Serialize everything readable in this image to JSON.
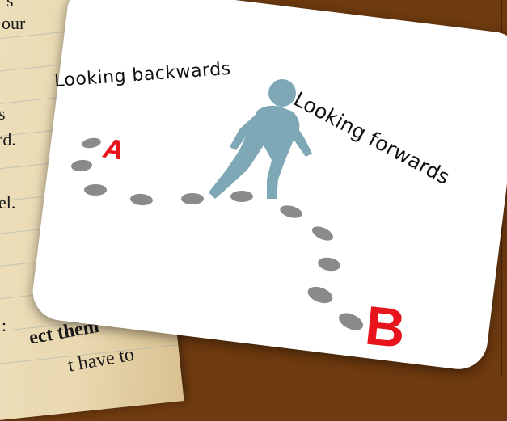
{
  "paper": {
    "lines": [
      "s",
      "our",
      "s",
      "rd.",
      "el.",
      ":",
      "ect them",
      "t have to"
    ]
  },
  "illustration": {
    "label_back": "Looking backwards",
    "label_forward": "Looking forwards",
    "point_a": "A",
    "point_b": "B",
    "colors": {
      "background": "#6e3a0f",
      "card": "#ffffff",
      "figure": "#7fa8b6",
      "footprints": "#8a8a8a",
      "letters": "#e8141b"
    },
    "icons": [
      "walking-person-icon",
      "footprint-icon"
    ]
  }
}
